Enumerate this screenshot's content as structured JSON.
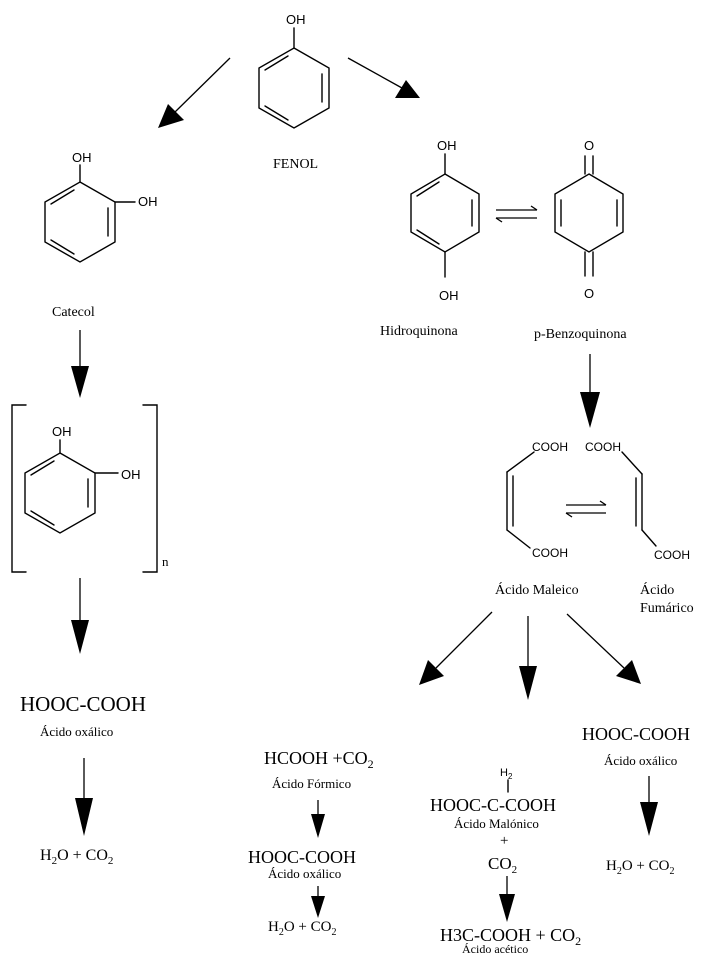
{
  "atoms": {
    "oh": "OH",
    "o": "O",
    "h2": "H",
    "h2_sub": "2",
    "cooh": "COOH",
    "n": "n"
  },
  "labels": {
    "fenol": "FENOL",
    "catecol": "Catecol",
    "hidroquinona": "Hidroquinona",
    "benzoquinona": "p-Benzoquinona",
    "maleico": "Ácido Maleico",
    "fumarico_1": "Ácido",
    "fumarico_2": "Fumárico"
  },
  "formulas": {
    "oxalic_left": "HOOC-COOH",
    "oxalic_left_name": "Ácido oxálico",
    "water_co2_left_a": "H",
    "water_co2_left_b": "O + CO",
    "formic": "HCOOH +CO",
    "formic_name": "Ácido Fórmico",
    "oxalic_mid": "HOOC-COOH",
    "oxalic_mid_name": "Ácido oxálico",
    "water_co2_mid_a": "H",
    "water_co2_mid_b": "O + CO",
    "malonic": "HOOC-C-COOH",
    "malonic_name": "Ácido Malónico",
    "plus": "+",
    "co2_center": "CO",
    "acetic": "H3C-COOH + CO",
    "acetic_name": "Ácido acético",
    "oxalic_right": "HOOC-COOH",
    "oxalic_right_name": "Ácido oxálico",
    "water_co2_right_a": "H",
    "water_co2_right_b": "O + CO",
    "sub2": "2"
  }
}
